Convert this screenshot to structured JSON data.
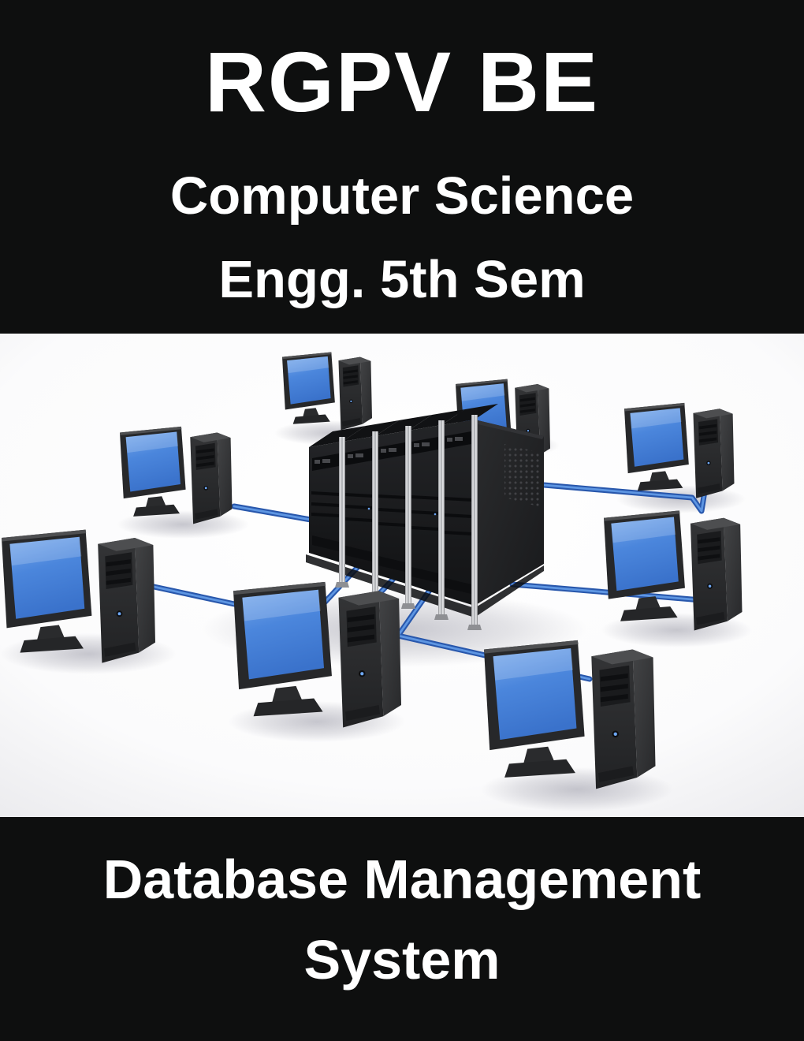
{
  "top_banner": {
    "title": "RGPV BE",
    "subtitle_lines": [
      "Computer Science",
      "Engg. 5th Sem"
    ]
  },
  "bottom_banner": {
    "lines": [
      "Database Management",
      "System"
    ]
  },
  "illustration": {
    "alt": "3D render of a computer network: a central rack of five dark server towers joined by blue cables to eight desktop computers with blue screens on a white floor",
    "desktop_computer_count": 8,
    "server_tower_count": 5,
    "colors": {
      "monitor_screen_blue": "#4584dc",
      "cable_blue": "#2d62b5",
      "computer_case_dark": "#2c2d2f",
      "server_rack_dark": "#1a1b1d",
      "rack_rail_silver": "#c6c7c9",
      "floor_white": "#ffffff"
    }
  },
  "colors": {
    "banner_background": "#0e0f0f",
    "banner_text": "#ffffff"
  }
}
